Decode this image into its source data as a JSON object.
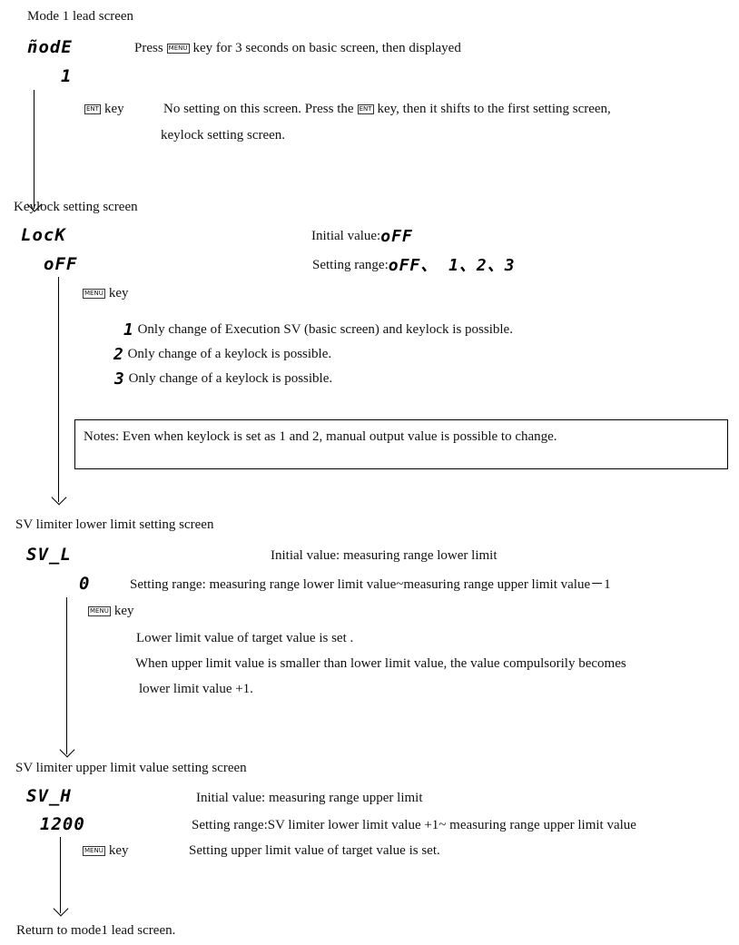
{
  "mode1": {
    "title": "Mode 1 lead screen",
    "seg_main": "ñodE",
    "seg_sub": "1",
    "press_prefix": "Press",
    "press_key": "MENU",
    "press_suffix": "key for 3 seconds on basic screen, then displayed",
    "ent_key": "ENT",
    "ent_label": "key",
    "desc1_prefix": "No setting on this screen. Press the",
    "desc1_key": "ENT",
    "desc1_suffix": "key, then it shifts to the first setting screen,",
    "desc2": "keylock setting screen."
  },
  "keylock": {
    "title": "Keylock setting screen",
    "seg_main": "LocK",
    "seg_sub": "oFF",
    "initial_label": "Initial value:",
    "initial_seg": "oFF",
    "range_label": "Setting range:",
    "range_seg": "oFF、 1、2、3",
    "menu_key": "MENU",
    "menu_label": "key",
    "opt1_seg": "1",
    "opt1_text": "Only change of Execution SV (basic screen) and    keylock is possible.",
    "opt2_seg": "2",
    "opt2_text": "Only change of a keylock is possible.",
    "opt3_seg": "3",
    "opt3_text": "Only change of a keylock is possible.",
    "notes": "Notes: Even when keylock is set as 1 and 2, manual output value is possible to    change."
  },
  "svl": {
    "title": "SV limiter lower limit setting screen",
    "seg_main": "SV_L",
    "seg_sub": "0",
    "initial": "Initial value: measuring range lower limit",
    "range": "Setting range: measuring range lower limit value~measuring range upper limit value－1",
    "menu_key": "MENU",
    "menu_label": "key",
    "desc1": "Lower limit value of target value is set .",
    "desc2": "When upper limit value is smaller than lower limit value, the value compulsorily becomes",
    "desc3": "lower limit value +1."
  },
  "svh": {
    "title": "SV limiter upper limit value setting screen",
    "seg_main": "SV_H",
    "seg_sub": "1200",
    "initial": "Initial value: measuring range upper limit",
    "range": "Setting range:SV limiter lower limit value +1~ measuring range upper limit value",
    "menu_key": "MENU",
    "menu_label": "key",
    "desc1": "Setting upper limit value of target value is set."
  },
  "footer": "Return to mode1 lead screen."
}
